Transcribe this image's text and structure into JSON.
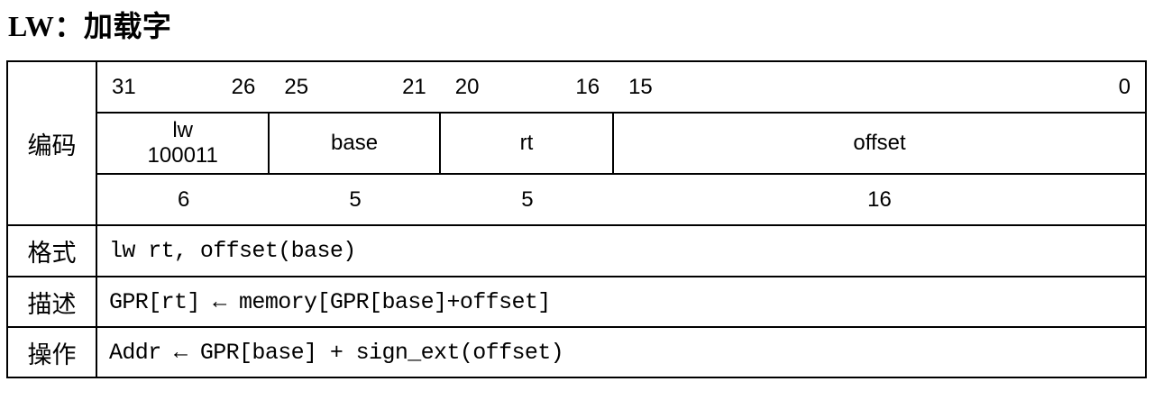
{
  "title": "LW：加载字",
  "encoding": {
    "label": "编码",
    "fields": [
      {
        "bit_hi": "31",
        "bit_lo": "26",
        "name": "lw",
        "code": "100011",
        "width": "6"
      },
      {
        "bit_hi": "25",
        "bit_lo": "21",
        "name": "base",
        "code": "",
        "width": "5"
      },
      {
        "bit_hi": "20",
        "bit_lo": "16",
        "name": "rt",
        "code": "",
        "width": "5"
      },
      {
        "bit_hi": "15",
        "bit_lo": "0",
        "name": "offset",
        "code": "",
        "width": "16"
      }
    ]
  },
  "format": {
    "label": "格式",
    "value": "lw rt, offset(base)"
  },
  "description": {
    "label": "描述",
    "value": "GPR[rt] ← memory[GPR[base]+offset]"
  },
  "operation": {
    "label": "操作",
    "value": "Addr ← GPR[base] + sign_ext(offset)"
  },
  "colors": {
    "border": "#000000",
    "text": "#000000",
    "background": "#ffffff"
  }
}
